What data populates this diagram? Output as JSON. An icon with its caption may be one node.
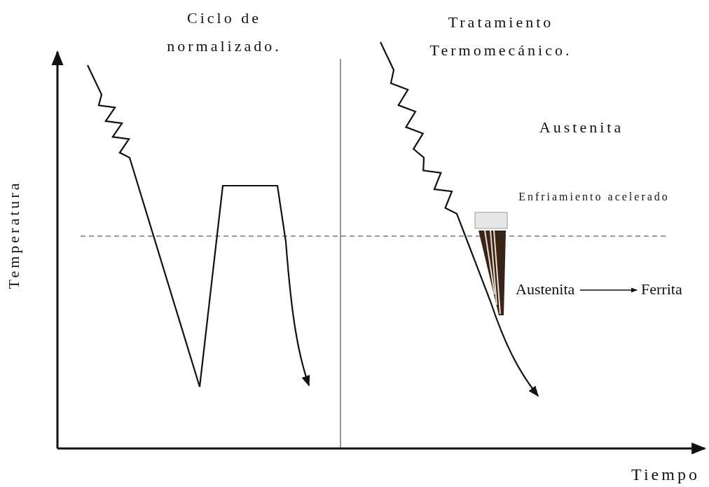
{
  "diagram": {
    "nodes": [
      {
        "text": [
          "Austenita"
        ]
      },
      {
        "text": [
          "Ferrita"
        ]
      }
    ],
    "edges": [
      {
        "from": 0,
        "to": 1,
        "arrow": "to"
      }
    ],
    "labels": [
      "Ciclo de normalizado.",
      "Tratamiento Termomecánico.",
      "Austenita",
      "Enfriamiento acelerado",
      "Temperatura",
      "Tiempo"
    ]
  }
}
